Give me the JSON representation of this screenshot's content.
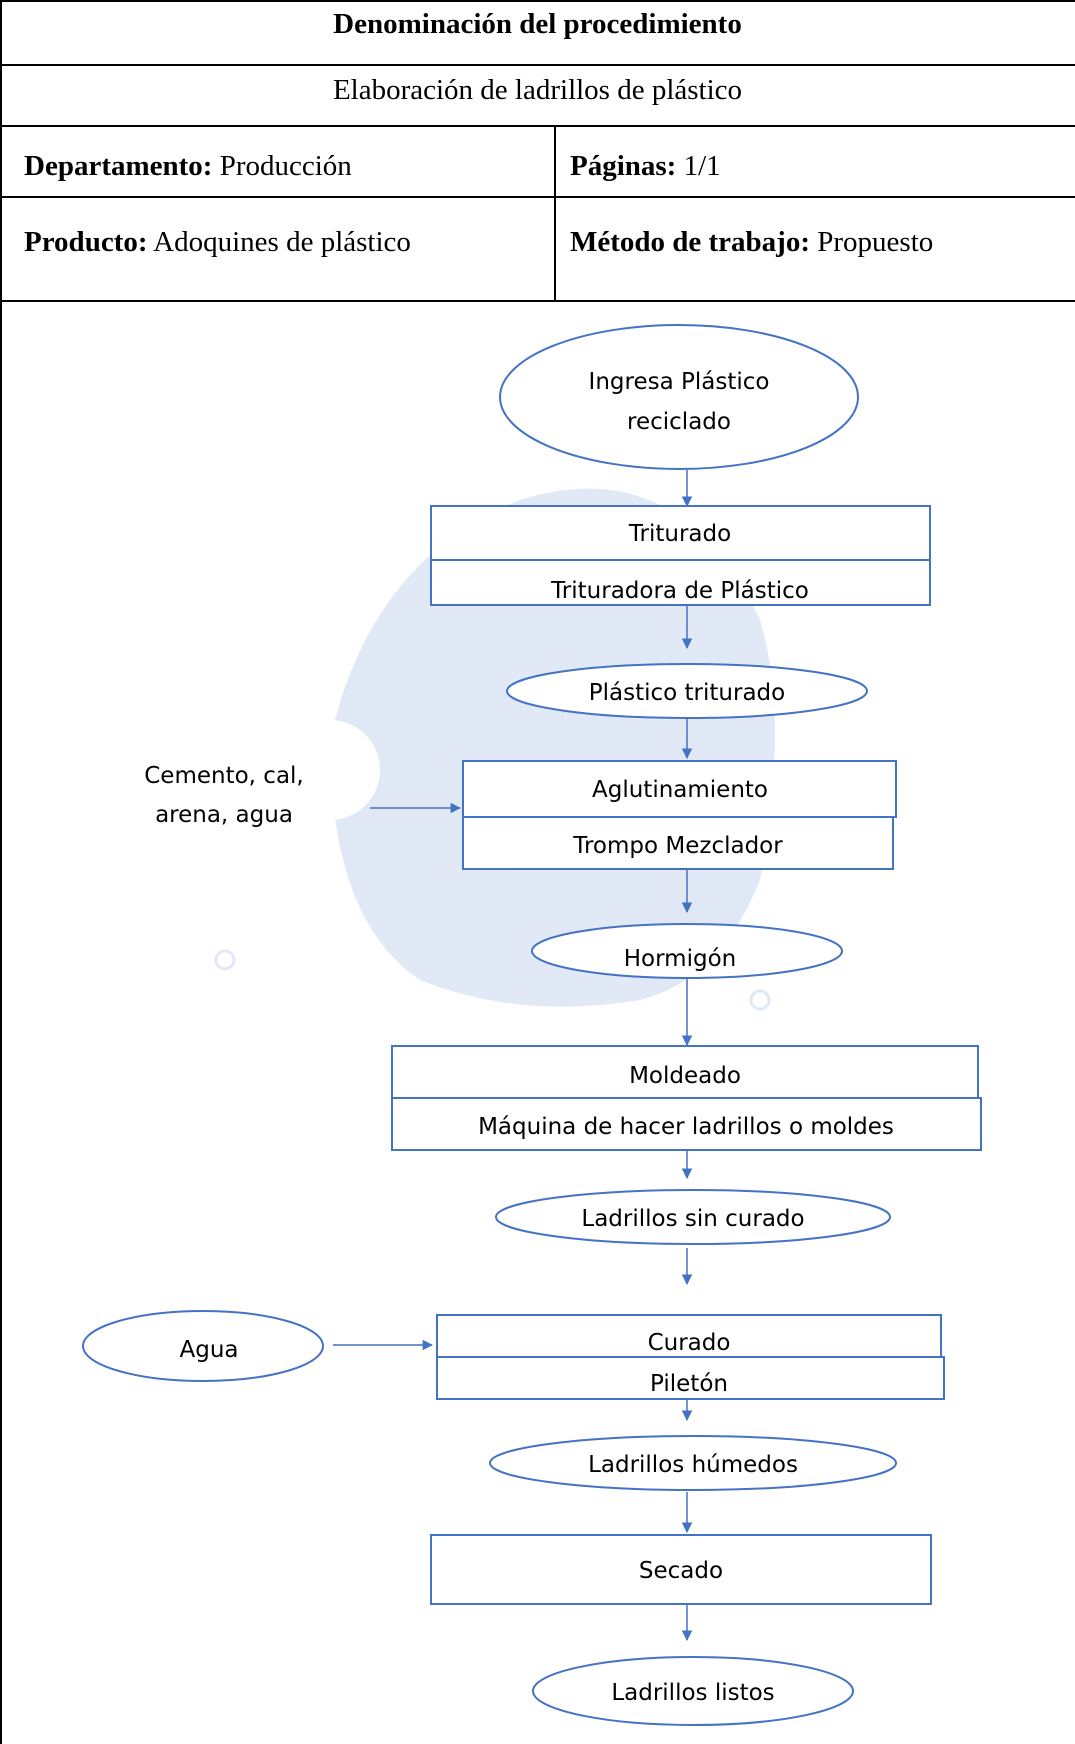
{
  "header": {
    "title": "Denominación del procedimiento",
    "subtitle": "Elaboración de ladrillos de plástico"
  },
  "info": {
    "departamento_label": "Departamento:",
    "departamento_value": "Producción",
    "paginas_label": "Páginas:",
    "paginas_value": "1/1",
    "producto_label": "Producto:",
    "producto_value": "Adoquines de plástico",
    "metodo_label": "Método de trabajo:",
    "metodo_value": "Propuesto"
  },
  "flow": {
    "start_line1": "Ingresa Plástico",
    "start_line2": "reciclado",
    "step1": "Triturado",
    "step1_tool": "Trituradora de Plástico",
    "out1": "Plástico triturado",
    "input2_line1": "Cemento, cal,",
    "input2_line2": "arena, agua",
    "step2": "Aglutinamiento",
    "step2_tool": "Trompo Mezclador",
    "out2": "Hormigón",
    "step3": "Moldeado",
    "step3_tool": "Máquina de hacer ladrillos o moldes",
    "out3": "Ladrillos sin curado",
    "input4": "Agua",
    "step4": "Curado",
    "step4_tool": "Piletón",
    "out4": "Ladrillos húmedos",
    "step5": "Secado",
    "out5": "Ladrillos listos"
  },
  "colors": {
    "flow_stroke": "#4472c4",
    "watermark": "#c9d7ee"
  }
}
